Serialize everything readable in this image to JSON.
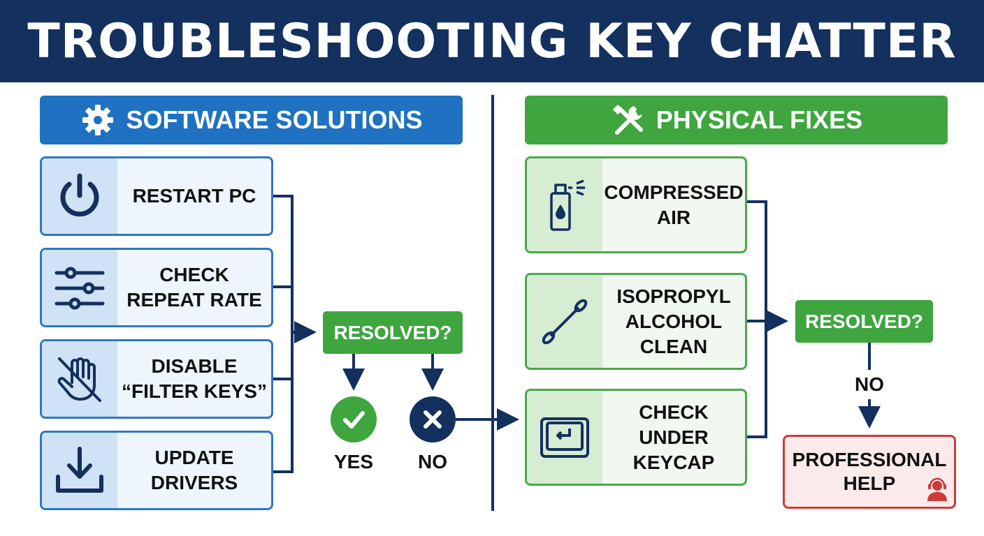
{
  "title": "TROUBLESHOOTING KEY CHATTER",
  "software": {
    "header": "SOFTWARE SOLUTIONS",
    "header_icon": "gear-icon",
    "steps": [
      {
        "label": "RESTART PC",
        "icon": "power-icon"
      },
      {
        "label": "CHECK\nREPEAT RATE",
        "icon": "sliders-icon"
      },
      {
        "label": "DISABLE\n“FILTER KEYS”",
        "icon": "hand-off-icon"
      },
      {
        "label": "UPDATE\nDRIVERS",
        "icon": "download-icon"
      }
    ],
    "decision": "RESOLVED?",
    "yes": "YES",
    "no": "NO"
  },
  "physical": {
    "header": "PHYSICAL FIXES",
    "header_icon": "tools-icon",
    "steps": [
      {
        "label": "COMPRESSED\nAIR",
        "icon": "spray-can-icon"
      },
      {
        "label": "ISOPROPYL\nALCOHOL\nCLEAN",
        "icon": "cotton-swab-icon"
      },
      {
        "label": "CHECK\nUNDER\nKEYCAP",
        "icon": "keycap-icon"
      }
    ],
    "decision": "RESOLVED?",
    "no": "NO",
    "final": "PROFESSIONAL\nHELP",
    "final_icon": "support-agent-icon"
  },
  "colors": {
    "navy": "#13305e",
    "blue": "#1e72c1",
    "green": "#3ea53f",
    "red": "#cf3a3a"
  }
}
